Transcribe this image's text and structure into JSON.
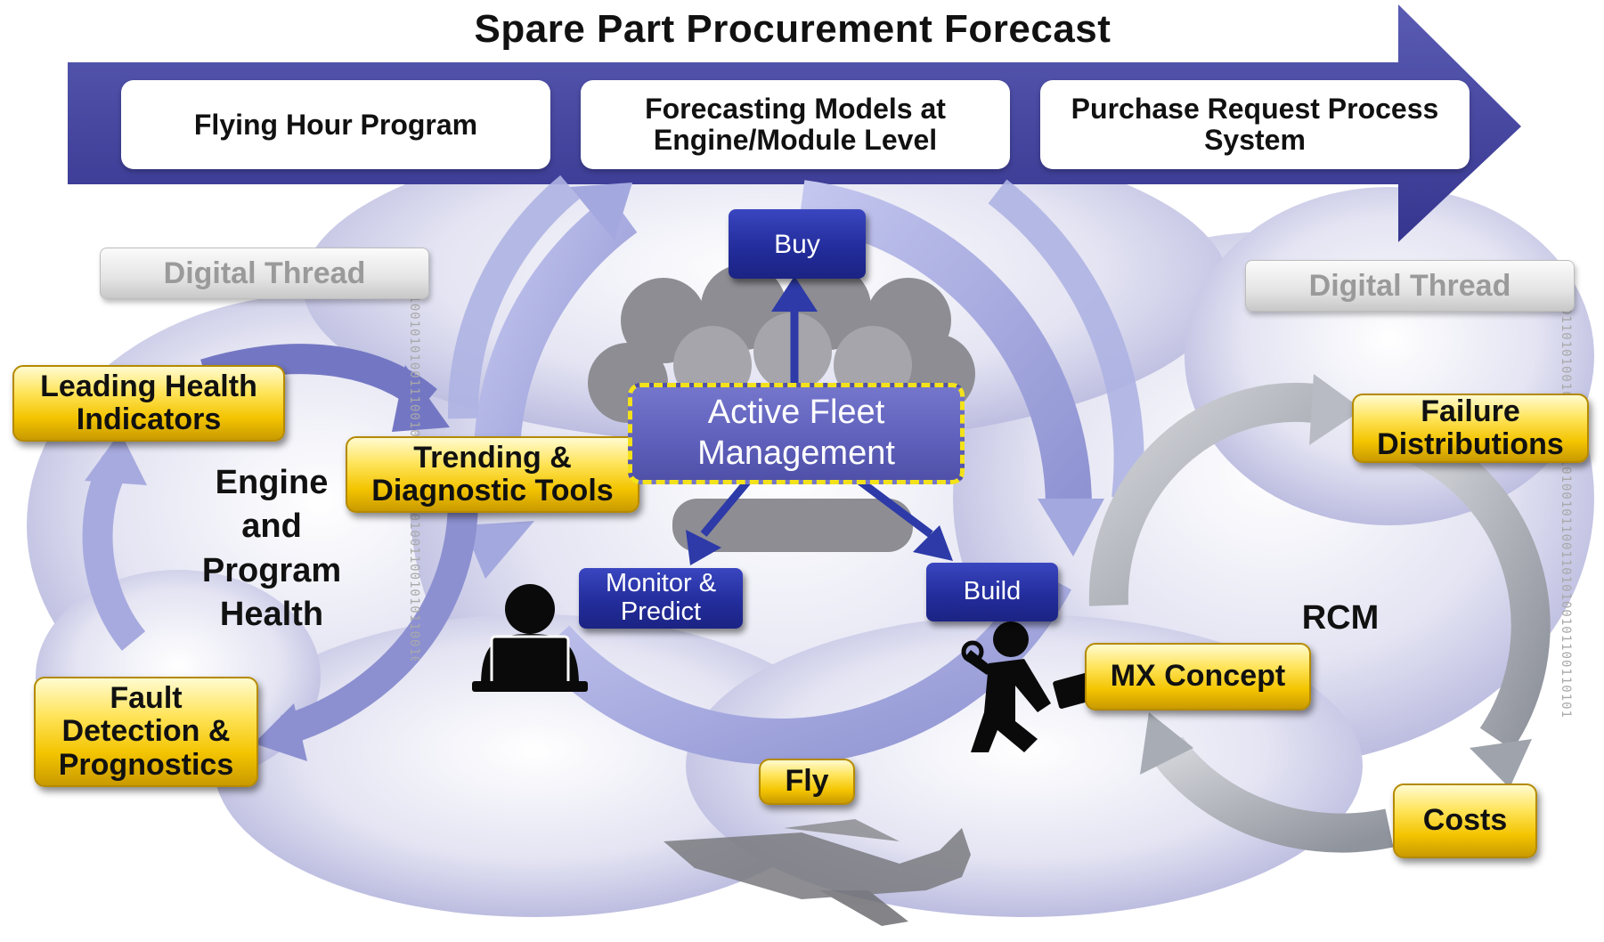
{
  "banner": {
    "title": "Spare Part Procurement Forecast",
    "boxes": [
      "Flying Hour Program",
      "Forecasting Models at\nEngine/Module Level",
      "Purchase Request Process\nSystem"
    ]
  },
  "digital_thread_left": "Digital Thread",
  "digital_thread_right": "Digital Thread",
  "left_cycle": {
    "center_label": "Engine\nand\nProgram\nHealth",
    "leading": "Leading Health\nIndicators",
    "trending": "Trending &\nDiagnostic Tools",
    "fault": "Fault\nDetection &\nPrognostics"
  },
  "center": {
    "active_fleet": "Active Fleet\nManagement",
    "buy": "Buy",
    "monitor": "Monitor &\nPredict",
    "build": "Build",
    "fly": "Fly"
  },
  "right_cycle": {
    "center_label": "RCM",
    "failure": "Failure\nDistributions",
    "mx": "MX Concept",
    "costs": "Costs"
  },
  "colors": {
    "banner_arrow": "#3f3f9f",
    "cloud": "#d7d7ee",
    "ring": "#a9aee0",
    "gold": "#f3c400",
    "navy": "#232d9c",
    "dashed_border": "#f3e21a",
    "grey_arrow": "#a8acb4"
  },
  "icons": [
    "person-laptop-icon",
    "mechanic-icon",
    "fighter-jet-icon",
    "people-crowd-icon"
  ]
}
